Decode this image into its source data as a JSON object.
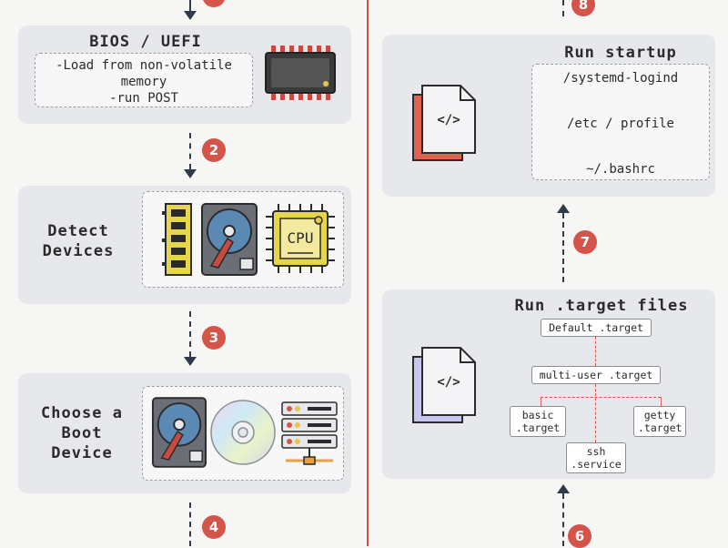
{
  "left": {
    "bios": {
      "title": "BIOS / UEFI",
      "lines": [
        "-Load from non-volatile",
        "memory",
        "-run POST"
      ]
    },
    "detect": {
      "title_lines": [
        "Detect",
        "Devices"
      ]
    },
    "choose": {
      "title_lines": [
        "Choose a",
        "Boot",
        "Device"
      ]
    }
  },
  "right": {
    "startup": {
      "title": "Run startup",
      "items": [
        "/systemd-logind",
        "/etc / profile",
        "~/.bashrc"
      ]
    },
    "target": {
      "title": "Run .target files",
      "nodes": {
        "default": "Default .target",
        "multi": "multi-user .target",
        "basic": [
          "basic",
          ".target"
        ],
        "getty": [
          "getty",
          ".target"
        ],
        "ssh": [
          "ssh",
          ".service"
        ]
      }
    }
  },
  "badges": {
    "b2": "2",
    "b3": "3",
    "b4": "4",
    "b6": "6",
    "b7": "7",
    "b8": "8",
    "b1": ""
  },
  "icons": {
    "cpu_label": "CPU"
  },
  "colors": {
    "badge": "#d4544a",
    "divider": "#c9544a",
    "card": "#e6e8ec",
    "doc_back_startup": "#e0634f",
    "doc_back_target": "#c9c7f0"
  }
}
